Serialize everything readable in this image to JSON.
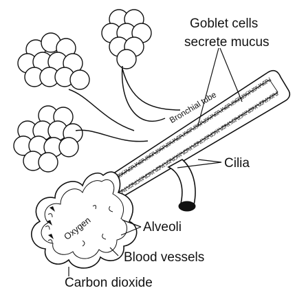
{
  "labels": {
    "goblet_line1": "Goblet cells",
    "goblet_line2": "secrete mucus",
    "bronchial_tube": "Bronchial tube",
    "cilia": "Cilia",
    "oxygen": "Oxygen",
    "alveoli": "Alveoli",
    "blood_vessels": "Blood vessels",
    "carbon_dioxide": "Carbon dioxide"
  },
  "colors": {
    "ink": "#111111",
    "background": "#ffffff"
  }
}
